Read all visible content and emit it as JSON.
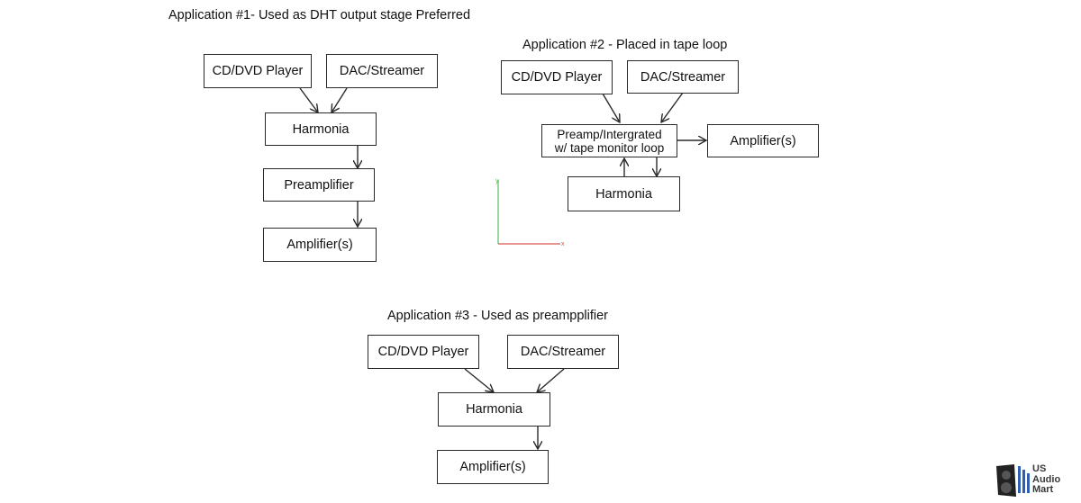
{
  "diagram": {
    "app1": {
      "title": "Application #1- Used as DHT output stage Preferred",
      "nodes": {
        "cd": "CD/DVD Player",
        "dac": "DAC/Streamer",
        "harmonia": "Harmonia",
        "preamp": "Preamplifier",
        "amp": "Amplifier(s)"
      }
    },
    "app2": {
      "title": "Application #2 - Placed in tape loop",
      "nodes": {
        "cd": "CD/DVD Player",
        "dac": "DAC/Streamer",
        "preamp": "Preamp/Intergrated\nw/ tape monitor loop",
        "amp": "Amplifier(s)",
        "harmonia": "Harmonia"
      }
    },
    "app3": {
      "title": "Application #3 - Used as preampplifier",
      "nodes": {
        "cd": "CD/DVD Player",
        "dac": "DAC/Streamer",
        "harmonia": "Harmonia",
        "amp": "Amplifier(s)"
      }
    },
    "edges": [
      {
        "from": "a1-cd",
        "to": "a1-harmonia"
      },
      {
        "from": "a1-dac",
        "to": "a1-harmonia"
      },
      {
        "from": "a1-harmonia",
        "to": "a1-preamp"
      },
      {
        "from": "a1-preamp",
        "to": "a1-amp"
      },
      {
        "from": "a2-cd",
        "to": "a2-preamp"
      },
      {
        "from": "a2-dac",
        "to": "a2-preamp"
      },
      {
        "from": "a2-preamp",
        "to": "a2-amp"
      },
      {
        "from": "a2-preamp",
        "to": "a2-harmonia"
      },
      {
        "from": "a2-harmonia",
        "to": "a2-preamp"
      },
      {
        "from": "a3-cd",
        "to": "a3-harmonia"
      },
      {
        "from": "a3-dac",
        "to": "a3-harmonia"
      },
      {
        "from": "a3-harmonia",
        "to": "a3-amp"
      }
    ],
    "axis_labels": {
      "x": "x",
      "y": "y"
    },
    "colors": {
      "axis_x": "#d9534f",
      "axis_y": "#5cb85c",
      "stroke": "#2a2a2a"
    }
  },
  "watermark": {
    "text": "US\nAudio\nMart",
    "colors": {
      "bars": "#2f5fb3",
      "speaker": "#222222"
    }
  }
}
